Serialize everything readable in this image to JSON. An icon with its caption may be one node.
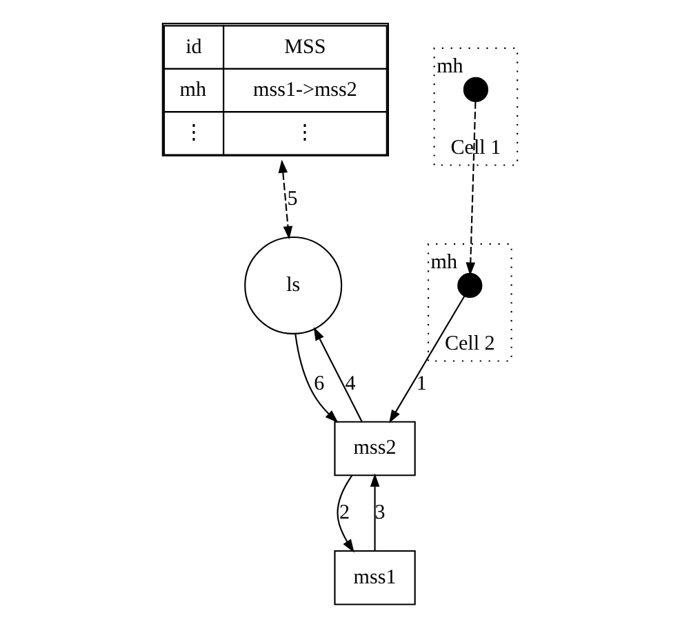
{
  "diagram": {
    "nodes": [
      {
        "text": [
          "id",
          "MSS",
          "mh",
          "mss1->mss2",
          "⋮",
          "⋮"
        ]
      },
      {
        "text": [
          "ls"
        ]
      },
      {
        "text": [
          "mss1"
        ]
      },
      {
        "text": [
          "mss2"
        ]
      },
      {
        "text": [
          "Cell 1"
        ]
      },
      {
        "text": [
          "Cell 2"
        ]
      },
      {
        "text": [
          "mh"
        ],
        "in": 4
      },
      {
        "text": [
          "mh"
        ],
        "in": 5
      }
    ],
    "edges": [
      {
        "from": 0,
        "to": 1,
        "arrow": "both",
        "style": "dashed",
        "label": "5"
      },
      {
        "from": 3,
        "to": 1,
        "arrow": "to",
        "label": "4"
      },
      {
        "from": 1,
        "to": 3,
        "arrow": "to",
        "label": "6"
      },
      {
        "from": 3,
        "to": 2,
        "arrow": "to",
        "label": "2"
      },
      {
        "from": 2,
        "to": 3,
        "arrow": "to",
        "label": "3"
      },
      {
        "from": 7,
        "to": 3,
        "arrow": "to",
        "label": "1"
      },
      {
        "from": 6,
        "to": 7,
        "arrow": "to",
        "style": "dashed"
      }
    ]
  }
}
